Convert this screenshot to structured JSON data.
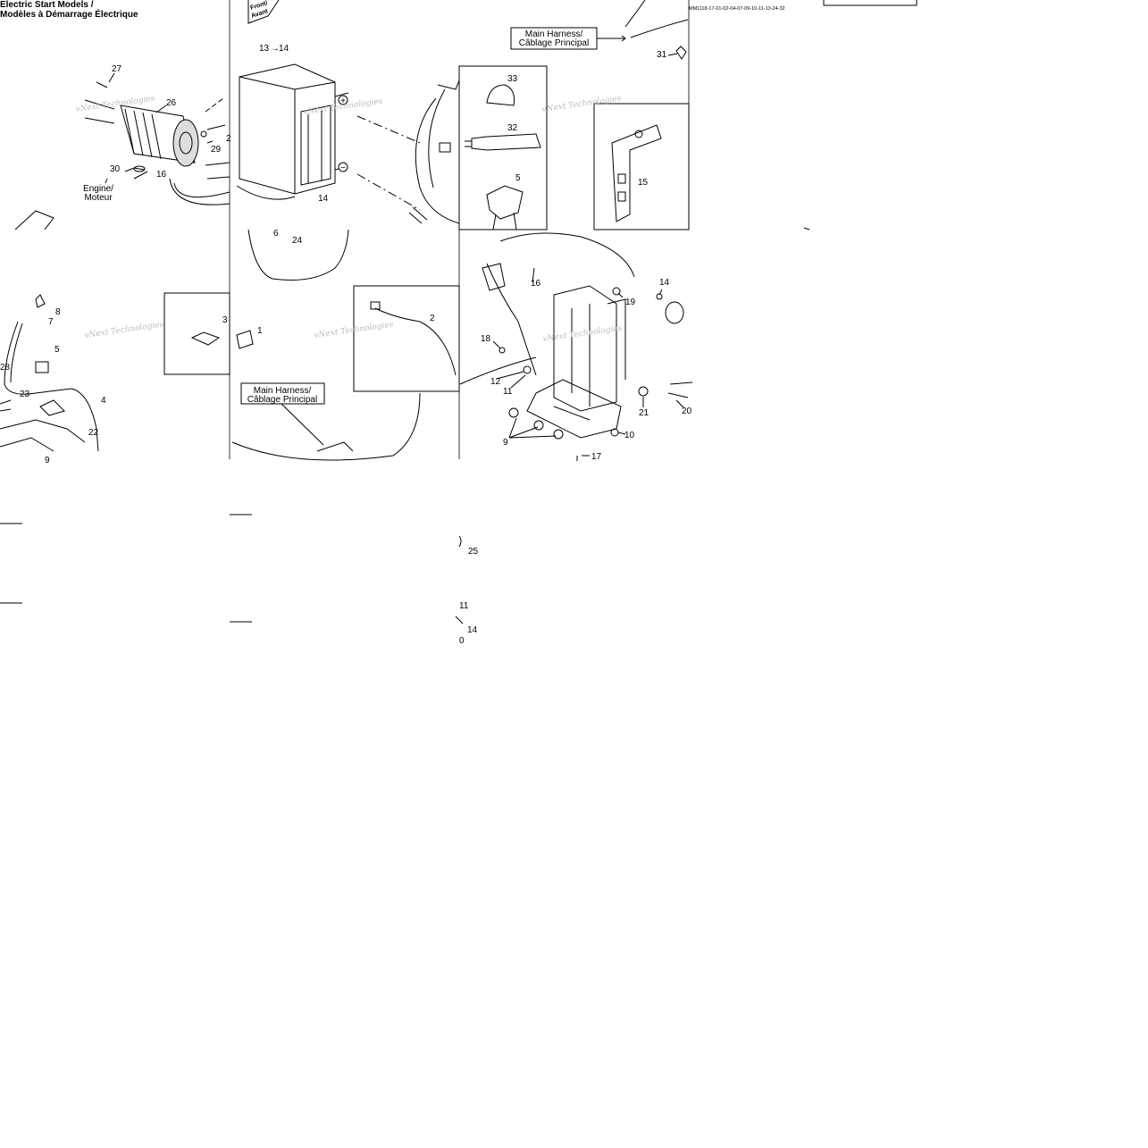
{
  "header": {
    "title_line1": "Electric Start Models /",
    "title_line2": "Modèles à Démarrage Électrique",
    "drawing_code": "MM1118-17-01-02-04-07-09-10-11-13-24-32"
  },
  "labels": {
    "front": "Front/",
    "front_fr": "Avant",
    "main_harness_en": "Main Harness/",
    "main_harness_fr": "Câblage Principal",
    "engine_en": "Engine/",
    "engine_fr": "Moteur",
    "watermark": "vNext Technologies",
    "battery_ref": "13",
    "battery_ref2": "14"
  },
  "callouts": {
    "p27": "27",
    "p26": "26",
    "p29": "29",
    "p30": "30",
    "p16a": "16",
    "p2cut": "2",
    "p8": "8",
    "p7": "7",
    "p5a": "5",
    "p28": "28",
    "p23": "23",
    "p4": "4",
    "p22": "22",
    "p9cut": "9",
    "p3": "3",
    "p1": "1",
    "p6": "6",
    "p24": "24",
    "p14a": "14",
    "p2": "2",
    "p33": "33",
    "p32": "32",
    "p5b": "5",
    "p15": "15",
    "p31": "31",
    "p16b": "16",
    "p19": "19",
    "p14b": "14",
    "p18": "18",
    "p12": "12",
    "p11a": "11",
    "p21": "21",
    "p20": "20",
    "p10": "10",
    "p9": "9",
    "p17": "17",
    "p25": "25",
    "p11b": "11",
    "p14c": "14",
    "p0": "0"
  },
  "symbols": {
    "plus": "+",
    "minus": "−"
  }
}
